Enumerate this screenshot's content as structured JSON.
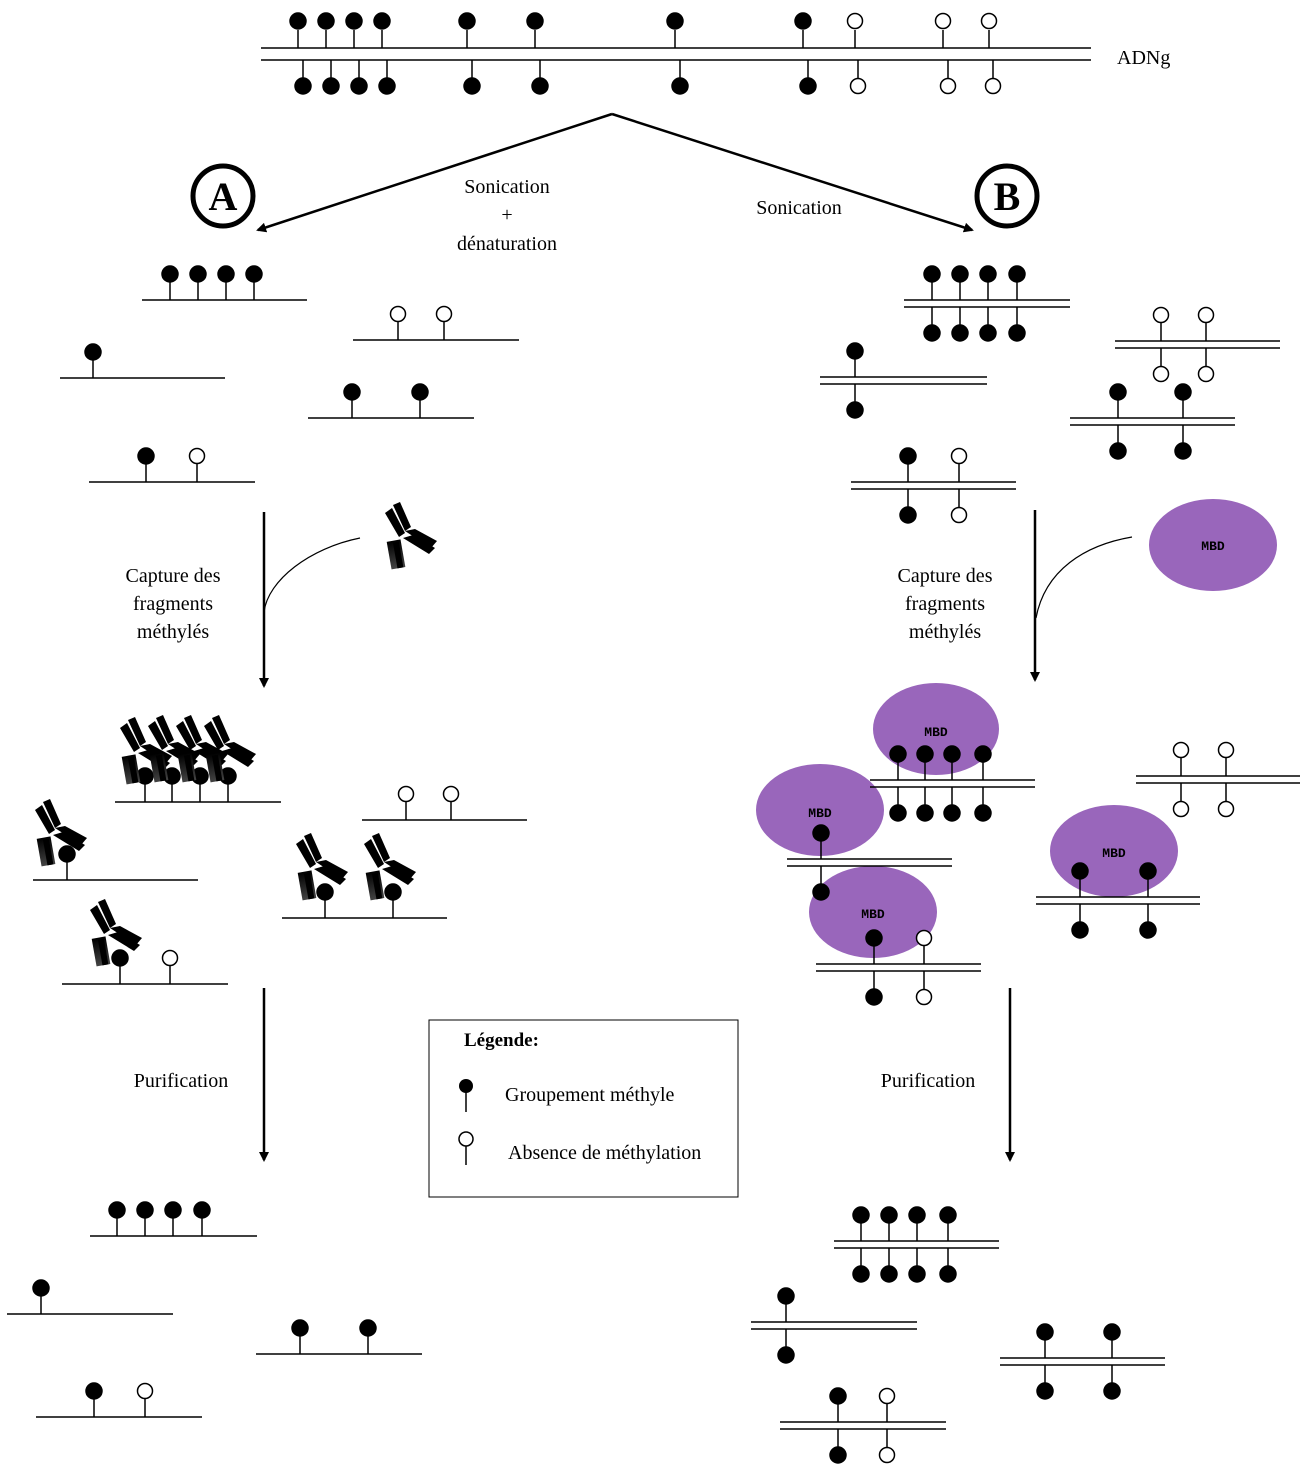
{
  "labels": {
    "genomic_dna": "ADNg",
    "path_a_letter": "A",
    "path_b_letter": "B",
    "sonication_plus": "Sonication",
    "plus_sign": "+",
    "denaturation": "dénaturation",
    "sonication": "Sonication",
    "capture_a": [
      "Capture des",
      "fragments",
      "méthylés"
    ],
    "capture_b": [
      "Capture des",
      "fragments",
      "méthylés"
    ],
    "purification_a": "Purification",
    "purification_b": "Purification",
    "mbd": "MBD"
  },
  "legend": {
    "title": "Légende:",
    "methyl": "Groupement méthyle",
    "unmethyl": "Absence de méthylation"
  },
  "colors": {
    "mbd_fill": "#9966bb",
    "ink": "#000000"
  }
}
